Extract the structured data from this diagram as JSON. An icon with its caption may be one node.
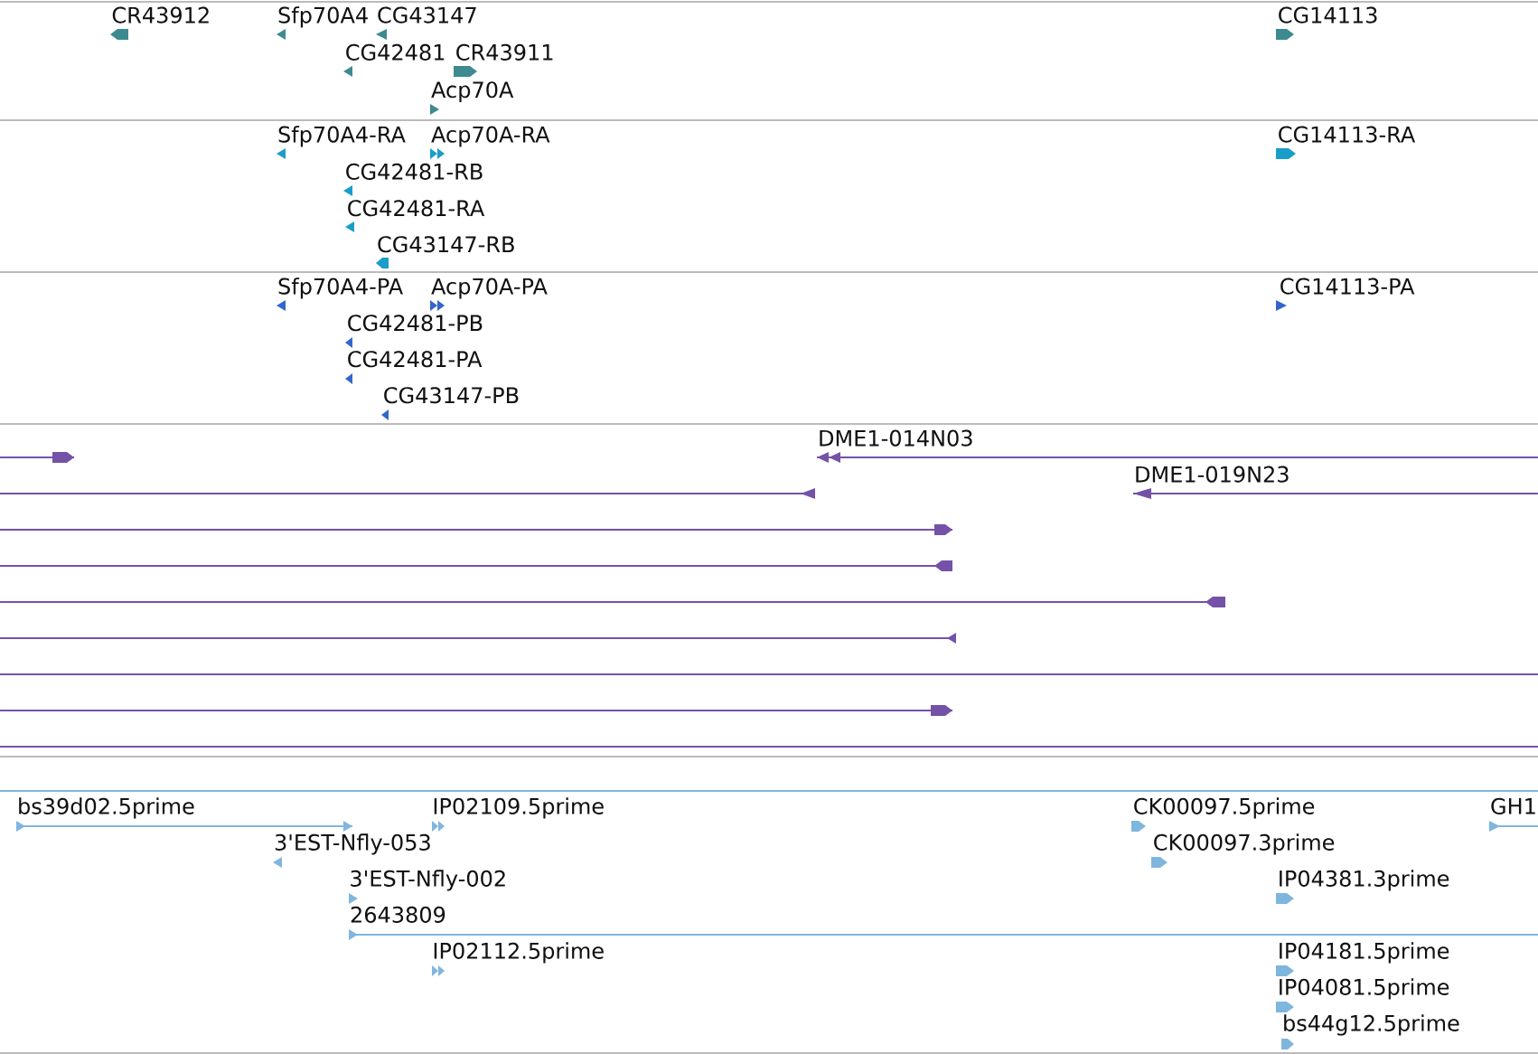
{
  "diagram": {
    "labels": [
      "CR43912",
      "Sfp70A4",
      "CG43147",
      "CG14113",
      "CG42481",
      "CR43911",
      "Acp70A",
      "Sfp70A4-RA",
      "Acp70A-RA",
      "CG14113-RA",
      "CG42481-RB",
      "CG42481-RA",
      "CG43147-RB",
      "Sfp70A4-PA",
      "Acp70A-PA",
      "CG14113-PA",
      "CG42481-PB",
      "CG42481-PA",
      "CG43147-PB",
      "DME1-014N03",
      "DME1-019N23",
      "bs39d02.5prime",
      "IP02109.5prime",
      "CK00097.5prime",
      "GH1",
      "3'EST-Nfly-053",
      "CK00097.3prime",
      "3'EST-Nfly-002",
      "IP04381.3prime",
      "2643809",
      "IP02112.5prime",
      "IP04181.5prime",
      "IP04081.5prime",
      "bs44g12.5prime"
    ]
  }
}
